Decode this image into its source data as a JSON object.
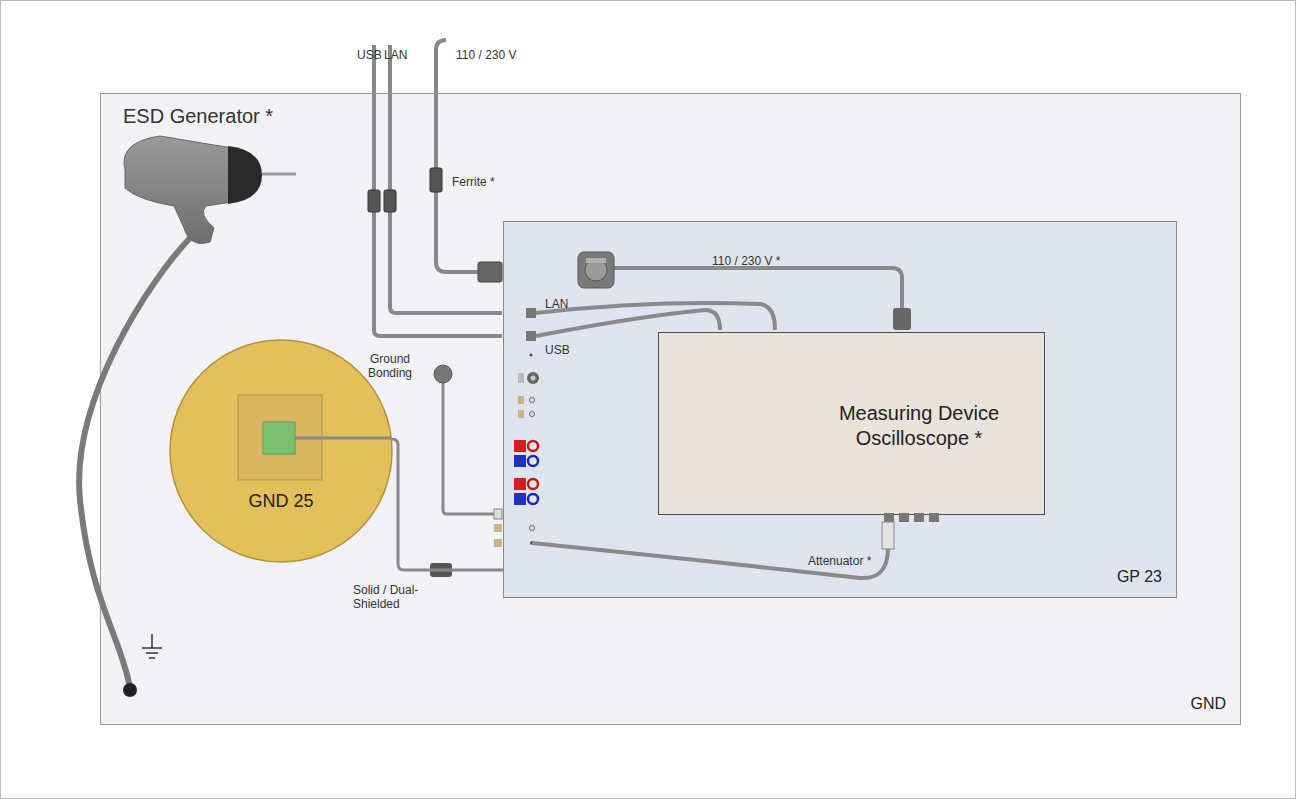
{
  "diagram": {
    "nodes": [
      {
        "text": [
          "GND"
        ]
      },
      {
        "text": [
          "GP 23"
        ],
        "in": 0
      },
      {
        "text": [
          "Measuring Device Oscilloscope *"
        ],
        "in": 1
      },
      {
        "text": [
          "GND 25"
        ],
        "in": 0
      }
    ],
    "edges": [
      {
        "from": 3,
        "to": 1,
        "arrow": "none"
      }
    ],
    "labels": [
      "USB",
      "LAN",
      "110 / 230 V",
      "Ferrite *",
      "ESD Generator *",
      "110 / 230 V *",
      "LAN",
      "USB",
      "Ground Bonding",
      "Solid / Dual-Shielded",
      "Attenuator *"
    ]
  }
}
